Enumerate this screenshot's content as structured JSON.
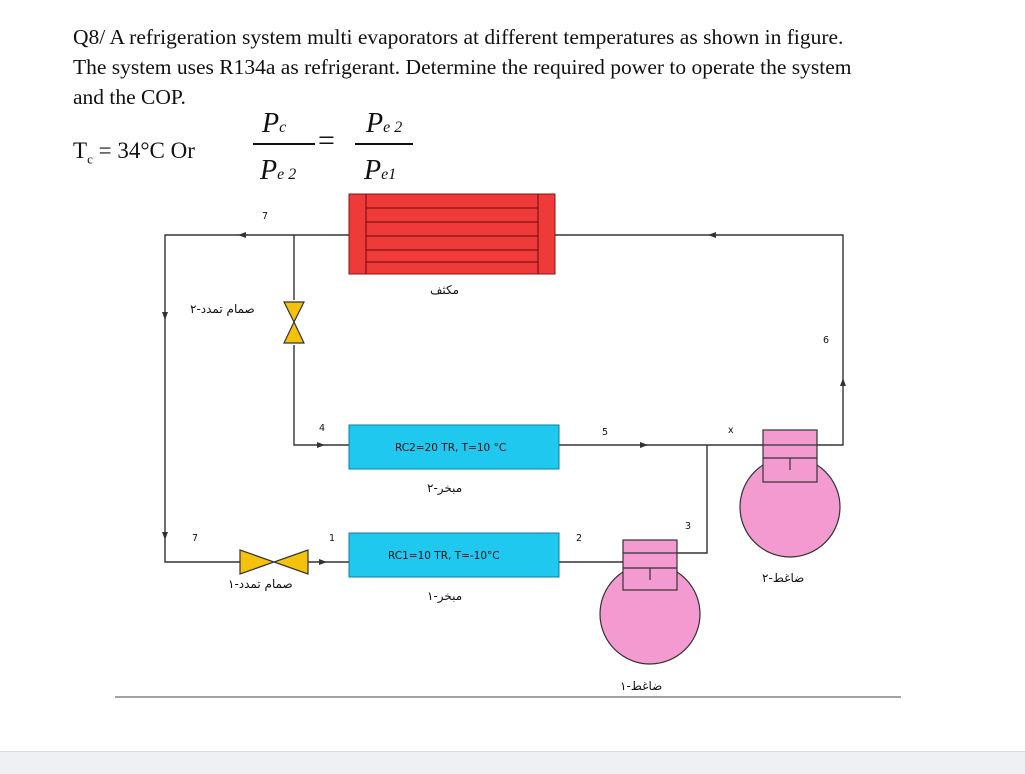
{
  "question": {
    "line1": "Q8/ A refrigeration system multi evaporators at different temperatures as shown in figure.",
    "line2": "The system uses R134a as refrigerant. Determine the required power to operate the system",
    "line3": "and the COP."
  },
  "condition": {
    "tc_label": "T",
    "tc_sub": "c",
    "tc_value": " = 34°C Or"
  },
  "formula": {
    "p": "P",
    "sub_c": "c",
    "sub_e2": "e 2",
    "sub_e1": "e1",
    "equals": "="
  },
  "diagram": {
    "condenser_label": "مكثف",
    "evap2_spec": "RC2=20 TR, T=10 °C",
    "evap2_label": "مبخر-٢",
    "evap1_spec": "RC1=10 TR, T=-10°C",
    "evap1_label": "مبخر-١",
    "valve2_label": "صمام تمدد-٢",
    "valve1_label": "صمام تمدد-١",
    "comp1_label": "ضاغط-١",
    "comp2_label": "ضاغط-٢",
    "state_points": {
      "p7_top": "7",
      "p7_left": "7",
      "p4": "4",
      "p1": "1",
      "p2": "2",
      "p3": "3",
      "p5": "5",
      "p6": "6",
      "px": "x"
    }
  },
  "colors": {
    "condenser": "#ef3a3a",
    "evaporator": "#1ec8ee",
    "valve": "#f4c20d",
    "compressor": "#f39ad1",
    "pipe": "#333333"
  }
}
